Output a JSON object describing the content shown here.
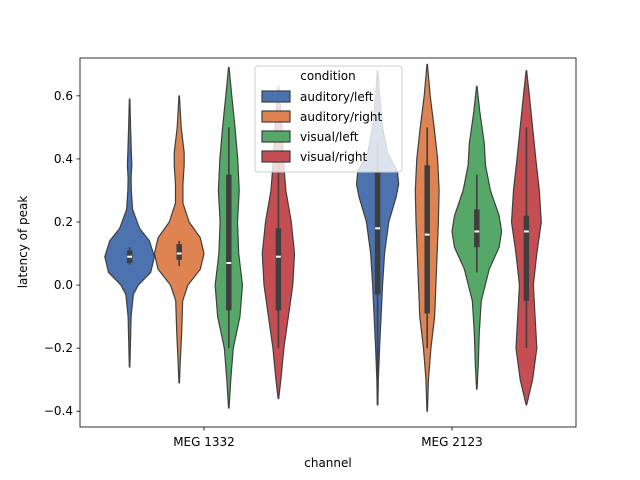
{
  "chart_data": {
    "type": "violin",
    "xlabel": "channel",
    "ylabel": "latency of peak",
    "categories": [
      "MEG 1332",
      "MEG 2123"
    ],
    "ylim": [
      -0.45,
      0.72
    ],
    "yticks": [
      -0.4,
      -0.2,
      0.0,
      0.2,
      0.4,
      0.6
    ],
    "ytick_labels": [
      "−0.4",
      "−0.2",
      "0.0",
      "0.2",
      "0.4",
      "0.6"
    ],
    "grid": false,
    "legend": {
      "title": "condition",
      "placement": "top-center"
    },
    "series": [
      {
        "name": "auditory/left",
        "color": "#4c72b0",
        "violins": [
          {
            "category": "MEG 1332",
            "min": -0.26,
            "max": 0.59,
            "q1": 0.07,
            "median": 0.09,
            "q3": 0.11,
            "whisker_low": 0.065,
            "whisker_high": 0.12,
            "density": [
              [
                -0.26,
                0.01
              ],
              [
                -0.2,
                0.03
              ],
              [
                -0.1,
                0.06
              ],
              [
                -0.03,
                0.15
              ],
              [
                0.0,
                0.35
              ],
              [
                0.04,
                0.85
              ],
              [
                0.09,
                1.0
              ],
              [
                0.14,
                0.8
              ],
              [
                0.18,
                0.4
              ],
              [
                0.24,
                0.12
              ],
              [
                0.3,
                0.07
              ],
              [
                0.34,
                0.06
              ],
              [
                0.38,
                0.09
              ],
              [
                0.42,
                0.07
              ],
              [
                0.5,
                0.04
              ],
              [
                0.59,
                0.01
              ]
            ]
          },
          {
            "category": "MEG 2123",
            "min": -0.38,
            "max": 0.68,
            "q1": -0.03,
            "median": 0.18,
            "q3": 0.36,
            "whisker_low": -0.38,
            "whisker_high": 0.45,
            "density": [
              [
                -0.38,
                0.01
              ],
              [
                -0.3,
                0.03
              ],
              [
                -0.2,
                0.08
              ],
              [
                -0.1,
                0.14
              ],
              [
                0.0,
                0.2
              ],
              [
                0.1,
                0.28
              ],
              [
                0.2,
                0.45
              ],
              [
                0.28,
                0.75
              ],
              [
                0.32,
                0.85
              ],
              [
                0.36,
                0.8
              ],
              [
                0.42,
                0.4
              ],
              [
                0.5,
                0.2
              ],
              [
                0.6,
                0.08
              ],
              [
                0.68,
                0.01
              ]
            ]
          }
        ]
      },
      {
        "name": "auditory/right",
        "color": "#dd8452",
        "violins": [
          {
            "category": "MEG 1332",
            "min": -0.31,
            "max": 0.6,
            "q1": 0.08,
            "median": 0.1,
            "q3": 0.13,
            "whisker_low": 0.06,
            "whisker_high": 0.14,
            "density": [
              [
                -0.31,
                0.01
              ],
              [
                -0.25,
                0.04
              ],
              [
                -0.15,
                0.1
              ],
              [
                -0.05,
                0.14
              ],
              [
                0.0,
                0.35
              ],
              [
                0.05,
                0.85
              ],
              [
                0.1,
                1.0
              ],
              [
                0.15,
                0.85
              ],
              [
                0.2,
                0.4
              ],
              [
                0.26,
                0.15
              ],
              [
                0.32,
                0.15
              ],
              [
                0.38,
                0.2
              ],
              [
                0.42,
                0.2
              ],
              [
                0.5,
                0.08
              ],
              [
                0.6,
                0.01
              ]
            ]
          },
          {
            "category": "MEG 2123",
            "min": -0.4,
            "max": 0.7,
            "q1": -0.09,
            "median": 0.16,
            "q3": 0.38,
            "whisker_low": -0.2,
            "whisker_high": 0.5,
            "density": [
              [
                -0.4,
                0.01
              ],
              [
                -0.3,
                0.05
              ],
              [
                -0.2,
                0.15
              ],
              [
                -0.1,
                0.3
              ],
              [
                0.0,
                0.35
              ],
              [
                0.1,
                0.4
              ],
              [
                0.2,
                0.45
              ],
              [
                0.3,
                0.48
              ],
              [
                0.4,
                0.42
              ],
              [
                0.5,
                0.28
              ],
              [
                0.6,
                0.12
              ],
              [
                0.7,
                0.01
              ]
            ]
          }
        ]
      },
      {
        "name": "visual/left",
        "color": "#55a868",
        "violins": [
          {
            "category": "MEG 1332",
            "min": -0.39,
            "max": 0.69,
            "q1": -0.08,
            "median": 0.07,
            "q3": 0.35,
            "whisker_low": -0.2,
            "whisker_high": 0.5,
            "density": [
              [
                -0.39,
                0.01
              ],
              [
                -0.3,
                0.08
              ],
              [
                -0.2,
                0.18
              ],
              [
                -0.1,
                0.45
              ],
              [
                0.0,
                0.55
              ],
              [
                0.1,
                0.4
              ],
              [
                0.2,
                0.35
              ],
              [
                0.3,
                0.42
              ],
              [
                0.4,
                0.36
              ],
              [
                0.5,
                0.25
              ],
              [
                0.6,
                0.12
              ],
              [
                0.69,
                0.01
              ]
            ]
          },
          {
            "category": "MEG 2123",
            "min": -0.33,
            "max": 0.63,
            "q1": 0.12,
            "median": 0.17,
            "q3": 0.24,
            "whisker_low": 0.04,
            "whisker_high": 0.35,
            "density": [
              [
                -0.33,
                0.01
              ],
              [
                -0.25,
                0.06
              ],
              [
                -0.15,
                0.1
              ],
              [
                -0.05,
                0.18
              ],
              [
                0.05,
                0.5
              ],
              [
                0.12,
                0.9
              ],
              [
                0.17,
                1.0
              ],
              [
                0.22,
                0.9
              ],
              [
                0.3,
                0.55
              ],
              [
                0.38,
                0.35
              ],
              [
                0.45,
                0.3
              ],
              [
                0.55,
                0.12
              ],
              [
                0.63,
                0.01
              ]
            ]
          }
        ]
      },
      {
        "name": "visual/right",
        "color": "#c44e52",
        "violins": [
          {
            "category": "MEG 1332",
            "min": -0.36,
            "max": 0.63,
            "q1": -0.08,
            "median": 0.09,
            "q3": 0.18,
            "whisker_low": -0.2,
            "whisker_high": 0.42,
            "density": [
              [
                -0.36,
                0.01
              ],
              [
                -0.3,
                0.1
              ],
              [
                -0.2,
                0.22
              ],
              [
                -0.1,
                0.4
              ],
              [
                0.0,
                0.58
              ],
              [
                0.1,
                0.65
              ],
              [
                0.2,
                0.52
              ],
              [
                0.3,
                0.3
              ],
              [
                0.4,
                0.2
              ],
              [
                0.5,
                0.14
              ],
              [
                0.6,
                0.05
              ],
              [
                0.63,
                0.01
              ]
            ]
          },
          {
            "category": "MEG 2123",
            "min": -0.38,
            "max": 0.68,
            "q1": -0.05,
            "median": 0.17,
            "q3": 0.22,
            "whisker_low": -0.2,
            "whisker_high": 0.5,
            "density": [
              [
                -0.38,
                0.01
              ],
              [
                -0.3,
                0.25
              ],
              [
                -0.2,
                0.42
              ],
              [
                -0.1,
                0.35
              ],
              [
                0.0,
                0.28
              ],
              [
                0.1,
                0.42
              ],
              [
                0.2,
                0.6
              ],
              [
                0.3,
                0.52
              ],
              [
                0.4,
                0.38
              ],
              [
                0.5,
                0.25
              ],
              [
                0.6,
                0.12
              ],
              [
                0.68,
                0.01
              ]
            ]
          }
        ]
      }
    ]
  }
}
